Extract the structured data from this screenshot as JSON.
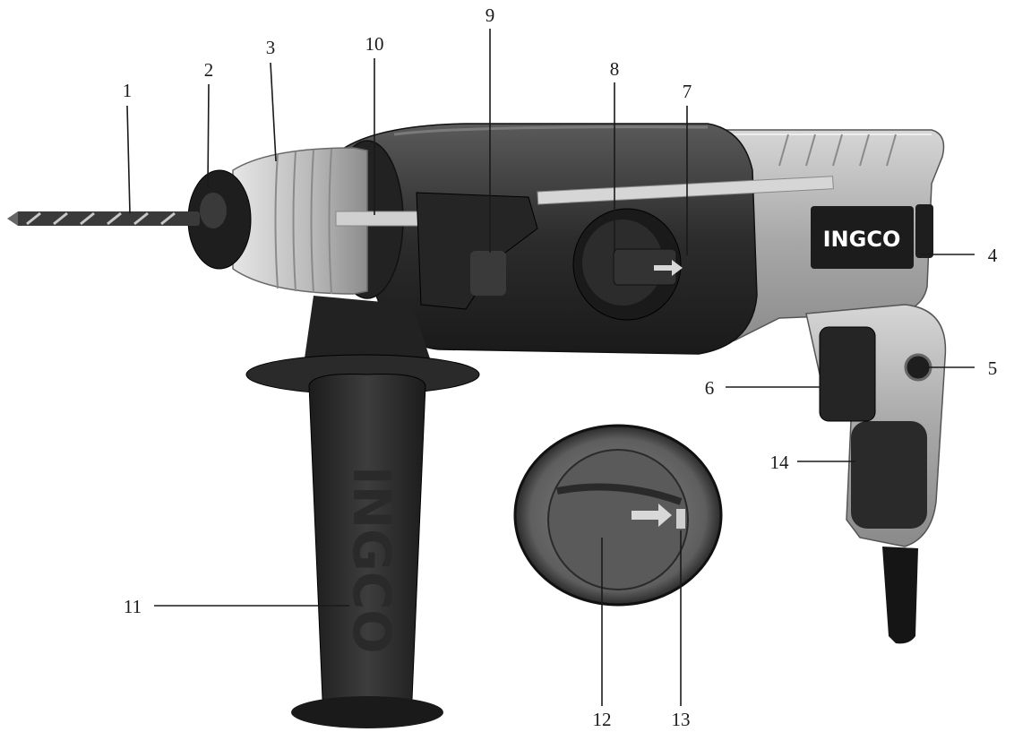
{
  "diagram": {
    "brand": "INGCO",
    "callouts": [
      {
        "id": "1",
        "label": "1"
      },
      {
        "id": "2",
        "label": "2"
      },
      {
        "id": "3",
        "label": "3"
      },
      {
        "id": "4",
        "label": "4"
      },
      {
        "id": "5",
        "label": "5"
      },
      {
        "id": "6",
        "label": "6"
      },
      {
        "id": "7",
        "label": "7"
      },
      {
        "id": "8",
        "label": "8"
      },
      {
        "id": "9",
        "label": "9"
      },
      {
        "id": "10",
        "label": "10"
      },
      {
        "id": "11",
        "label": "11"
      },
      {
        "id": "12",
        "label": "12"
      },
      {
        "id": "13",
        "label": "13"
      },
      {
        "id": "14",
        "label": "14"
      }
    ]
  }
}
